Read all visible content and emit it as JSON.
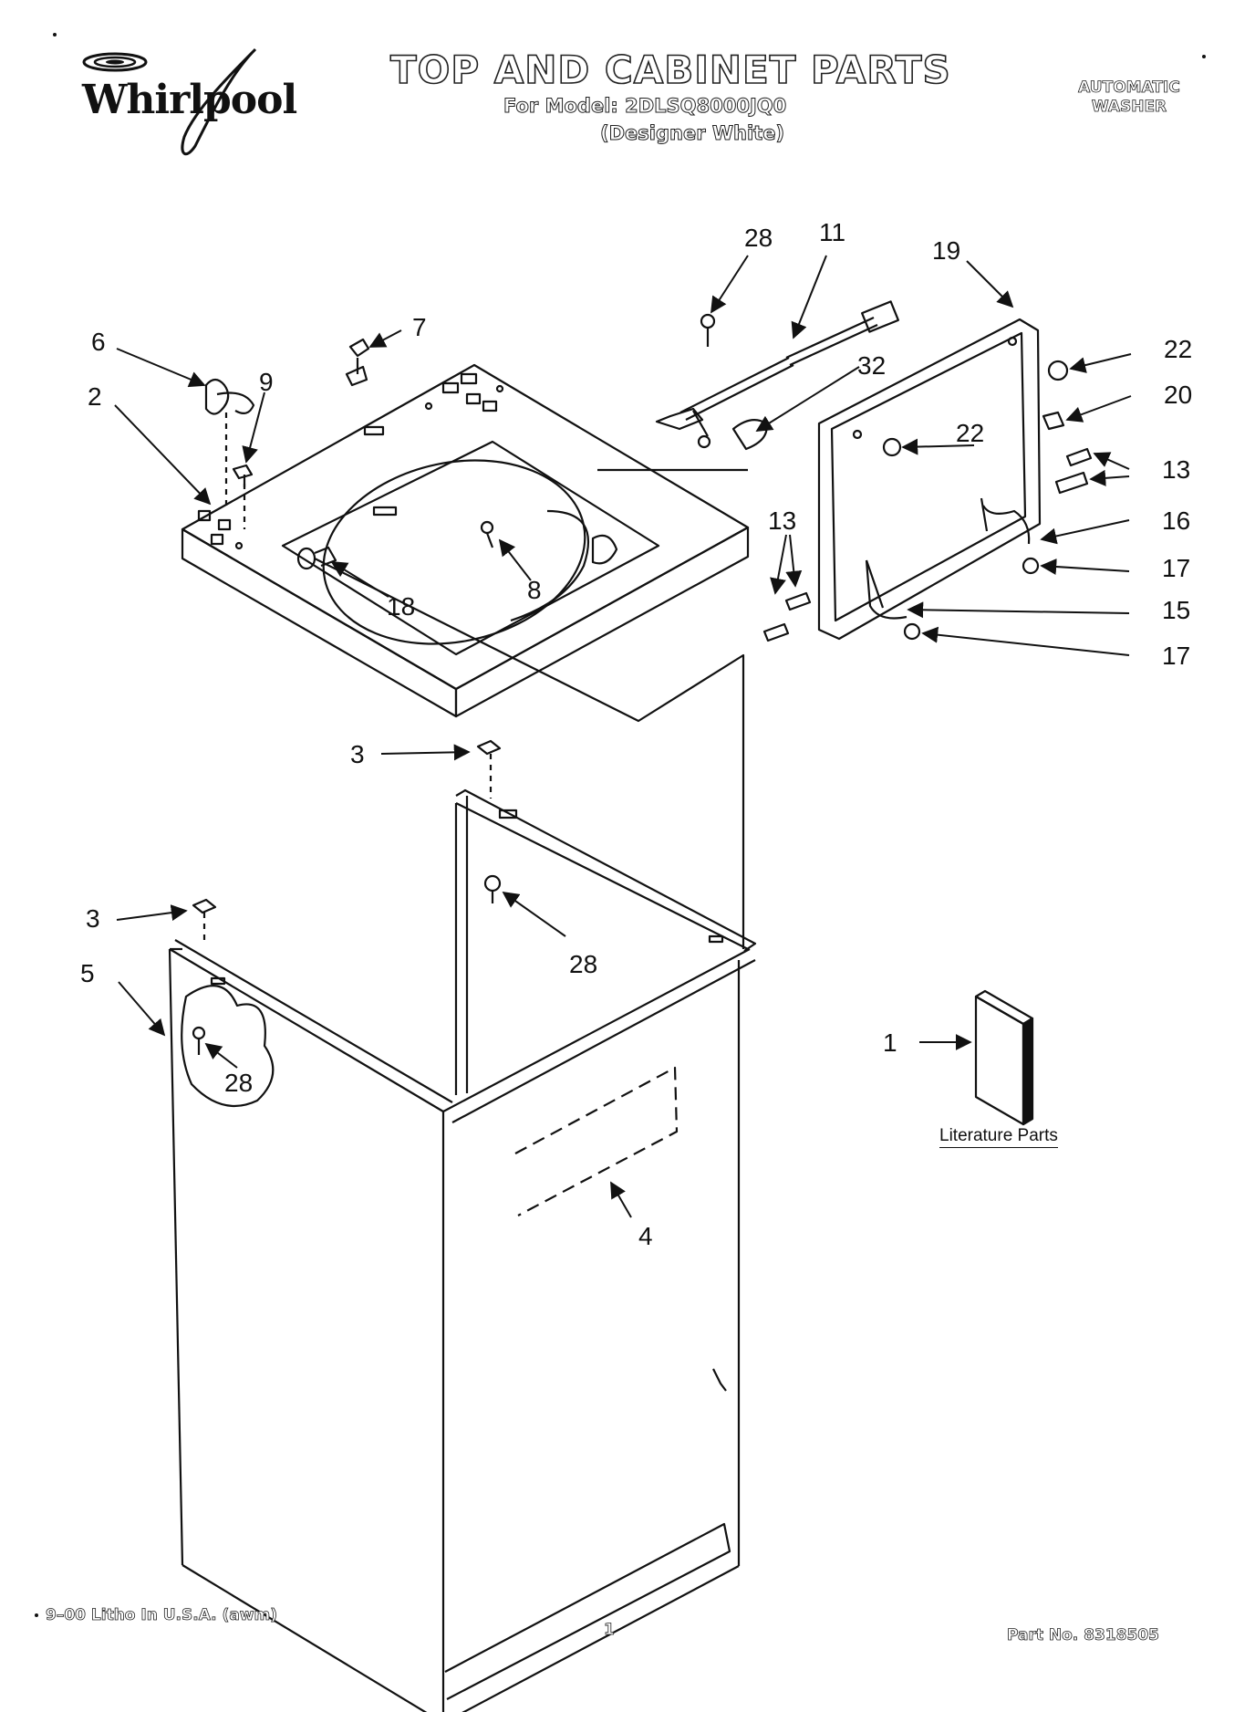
{
  "header": {
    "brand": "Whirlpool",
    "title": "TOP AND CABINET PARTS",
    "model_line": "For Model: 2DLSQ8000JQ0",
    "color_line": "(Designer White)",
    "category_line1": "AUTOMATIC",
    "category_line2": "WASHER"
  },
  "diagram": {
    "callouts": [
      "28",
      "11",
      "19",
      "6",
      "7",
      "32",
      "22",
      "2",
      "9",
      "20",
      "22",
      "13",
      "16",
      "17",
      "13",
      "15",
      "17",
      "18",
      "8",
      "3",
      "3",
      "28",
      "5",
      "28",
      "1",
      "4"
    ],
    "literature_label": "Literature Parts"
  },
  "footer": {
    "print_info": "9–00 Litho In U.S.A. (awm)",
    "page_number": "1",
    "part_number": "Part No. 8318505"
  }
}
